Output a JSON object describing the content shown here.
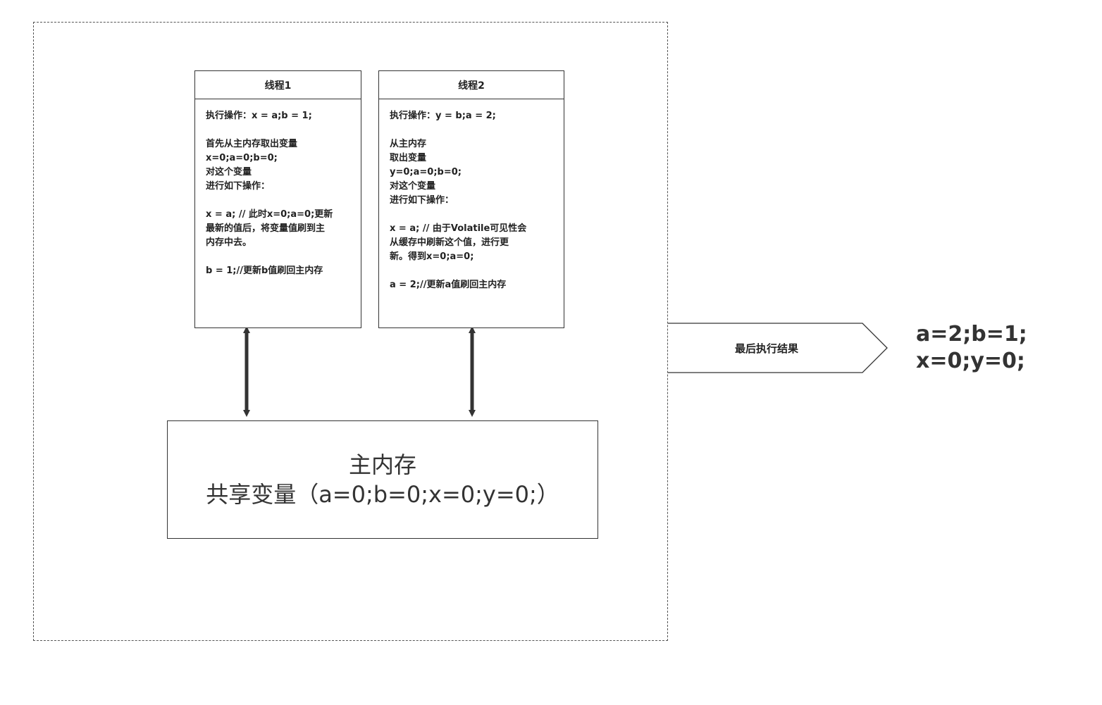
{
  "thread1": {
    "title": "线程1",
    "paragraphs": [
      "执行操作：x = a;b = 1;",
      "首先从主内存取出变量\nx=0;a=0;b=0;\n对这个变量\n进行如下操作：",
      "x = a; // 此时x=0;a=0;更新\n最新的值后，将变量值刷到主\n内存中去。",
      "b = 1;//更新b值刷回主内存"
    ]
  },
  "thread2": {
    "title": "线程2",
    "paragraphs": [
      "执行操作：y = b;a = 2;",
      "从主内存\n取出变量\ny=0;a=0;b=0;\n对这个变量\n进行如下操作：",
      "x = a; // 由于Volatile可见性会\n从缓存中刷新这个值，进行更\n新。得到x=0;a=0;",
      "a = 2;//更新a值刷回主内存"
    ]
  },
  "main_memory": {
    "title": "主内存",
    "shared_vars": "共享变量（a=0;b=0;x=0;y=0;）"
  },
  "result": {
    "arrow_label": "最后执行结果",
    "line1": "a=2;b=1;",
    "line2": "x=0;y=0;"
  }
}
